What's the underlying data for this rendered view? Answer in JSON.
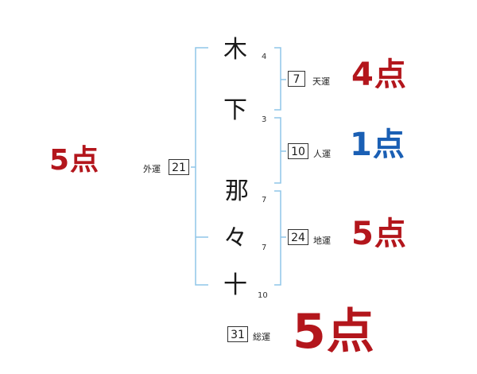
{
  "colors": {
    "bracket": "#8fc6e8",
    "score_red": "#b3161c",
    "score_blue": "#1a5fb4",
    "box_border": "#333333"
  },
  "characters": [
    {
      "char": "木",
      "strokes": "4"
    },
    {
      "char": "下",
      "strokes": "3"
    },
    {
      "char": "那",
      "strokes": "7"
    },
    {
      "char": "々",
      "strokes": "7"
    },
    {
      "char": "十",
      "strokes": "10"
    }
  ],
  "fortunes": {
    "tenun": {
      "value": "7",
      "label": "天運",
      "score": "4点",
      "color": "red"
    },
    "jinun": {
      "value": "10",
      "label": "人運",
      "score": "1点",
      "color": "blue"
    },
    "chiun": {
      "value": "24",
      "label": "地運",
      "score": "5点",
      "color": "red"
    },
    "gaiun": {
      "value": "21",
      "label": "外運",
      "score": "5点",
      "color": "red"
    },
    "soun": {
      "value": "31",
      "label": "総運",
      "score": "5点",
      "color": "red"
    }
  }
}
